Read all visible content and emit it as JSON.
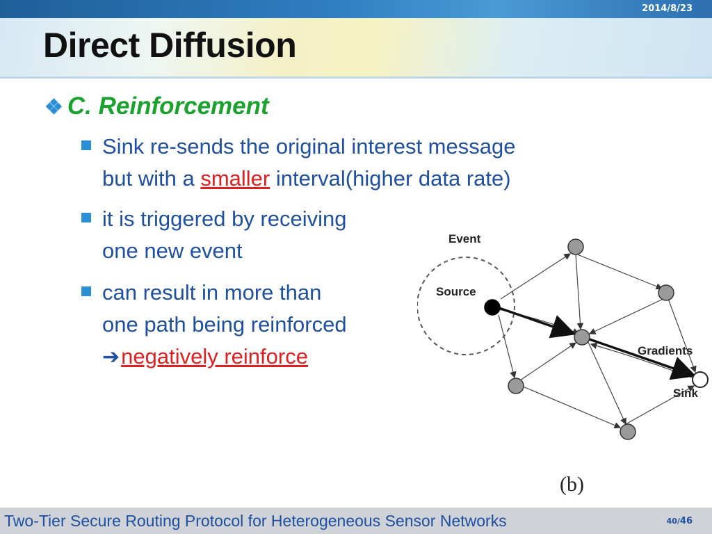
{
  "header": {
    "date": "2014/8/23"
  },
  "title": "Direct Diffusion",
  "section": {
    "heading": "C. Reinforcement"
  },
  "bullets": {
    "b1": {
      "line1": "Sink re-sends the original interest message",
      "line2_pre": "but with a ",
      "line2_em": "smaller",
      "line2_post": " interval(higher data rate)"
    },
    "b2": {
      "line1": "it is triggered by receiving",
      "line2": "one new event"
    },
    "b3": {
      "line1": "can result in more than",
      "line2": "one path being reinforced",
      "line3_em": "negatively reinforce"
    }
  },
  "diagram": {
    "labels": {
      "event": "Event",
      "source": "Source",
      "gradients": "Gradients",
      "sink": "Sink"
    },
    "caption": "(b)"
  },
  "footer": {
    "text": "Two-Tier Secure Routing Protocol for Heterogeneous Sensor Networks",
    "page_current": "40",
    "page_sep": "/",
    "page_total": "46"
  },
  "colors": {
    "accent_blue": "#1f4fa0",
    "heading_green": "#1aa12e",
    "emphasis_red": "#e02020"
  }
}
